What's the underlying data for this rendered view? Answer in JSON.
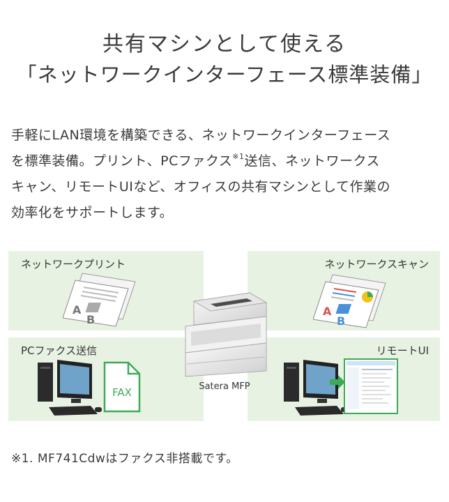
{
  "heading": {
    "line1": "共有マシンとして使える",
    "line2": "「ネットワークインターフェース標準装備」"
  },
  "description": {
    "line1": "手軽にLAN環境を構築できる、ネットワークインターフェース",
    "line2_before": "を標準装備。プリント、PCファクス",
    "line2_sup": "※1",
    "line2_after": "送信、ネットワークス",
    "line3": "キャン、リモートUIなど、オフィスの共有マシンとして作業の",
    "line4": "効率化をサポートします。"
  },
  "panels": {
    "network_print": "ネットワークプリント",
    "network_scan": "ネットワークスキャン",
    "pc_fax": "PCファクス送信",
    "remote_ui": "リモートUI"
  },
  "fax_label": "FAX",
  "doc_letters": {
    "a": "A",
    "b": "B"
  },
  "device_label": "Satera MFP",
  "footnote": "※1. MF741Cdwはファクス非搭載です。",
  "colors": {
    "panel_bg": "#e8f2e3",
    "fax_green": "#3daa57",
    "arrow_green": "#3daa57",
    "doc_red": "#d9534f",
    "doc_blue": "#4a90d9",
    "doc_yellow": "#f0c419"
  }
}
